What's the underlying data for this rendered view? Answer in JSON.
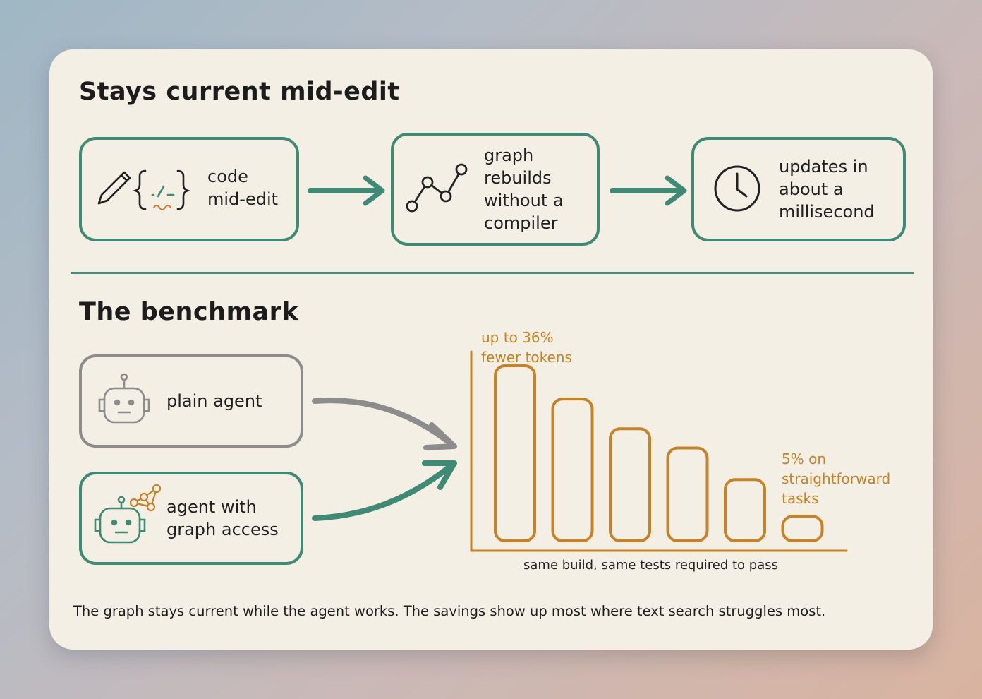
{
  "section1": {
    "title": "Stays current mid-edit",
    "step1": {
      "lines": [
        "code",
        "mid-edit"
      ],
      "icons": [
        "pencil-icon",
        "code-braces-icon"
      ]
    },
    "step2": {
      "lines": [
        "graph",
        "rebuilds",
        "without a",
        "compiler"
      ],
      "icons": [
        "graph-nodes-icon"
      ]
    },
    "step3": {
      "lines": [
        "updates in",
        "about a",
        "millisecond"
      ],
      "icons": [
        "clock-icon"
      ]
    }
  },
  "section2": {
    "title": "The benchmark",
    "plain_agent": {
      "label": "plain agent",
      "icon": "robot-icon"
    },
    "graph_agent": {
      "lines": [
        "agent with",
        "graph access"
      ],
      "icon": "robot-graph-icon"
    }
  },
  "chart_data": {
    "type": "bar",
    "values": [
      100,
      81,
      64,
      53,
      35,
      14
    ],
    "annotations": {
      "top": [
        "up to 36%",
        "fewer tokens"
      ],
      "bottom": [
        "5% on",
        "straightforward",
        "tasks"
      ]
    },
    "xlabel": "same build, same tests required to pass",
    "ylim": [
      0,
      100
    ]
  },
  "colors": {
    "teal": "#3e8a74",
    "orange": "#c78225",
    "gray": "#8c8c8c",
    "card": "#f4efe4"
  },
  "footer": "The graph stays current while the agent works. The savings show up most where text search struggles most."
}
